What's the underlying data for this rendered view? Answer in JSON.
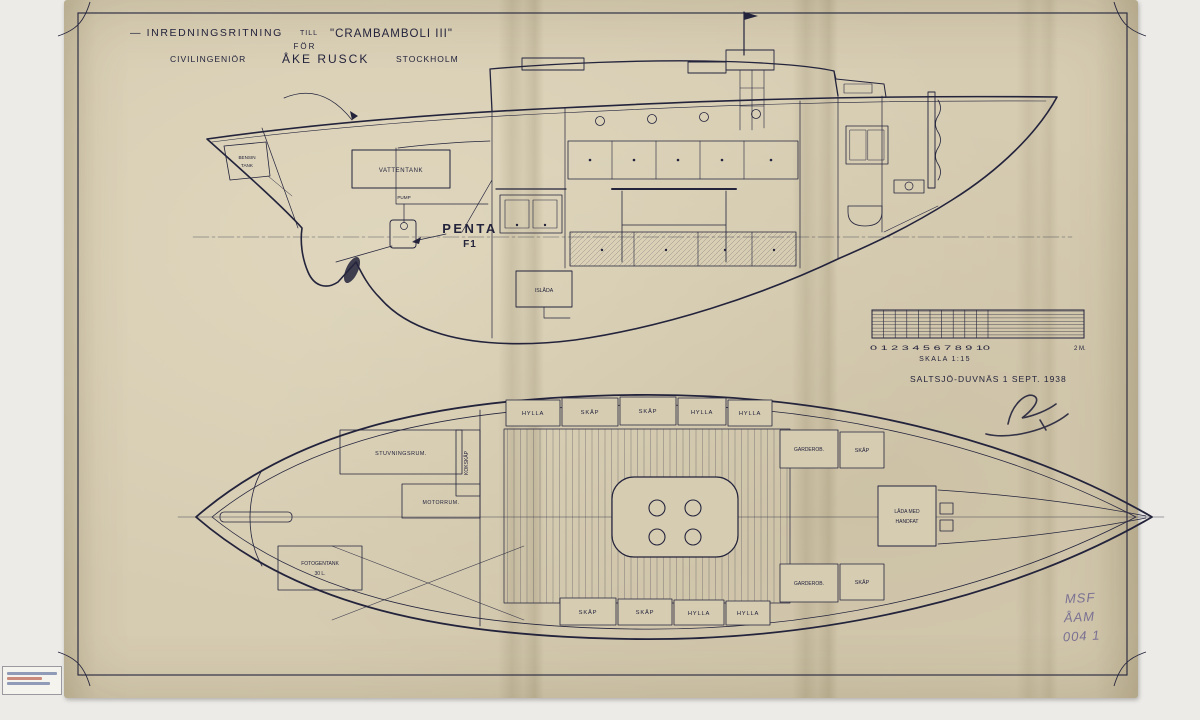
{
  "title": {
    "line1_main": "— INREDNINGSRITNING",
    "line1_till": "TILL",
    "line1_name": "\"CRAMBAMBOLI III\"",
    "line2": "FÖR",
    "line3_pre": "CIVILINGENIÖR",
    "line3_name": "ÅKE RUSCK",
    "line3_city": "STOCKHOLM"
  },
  "profile": {
    "bensin_1": "BENSIN",
    "bensin_2": "TANK",
    "vattentank": "VATTENTANK",
    "pump": "PUMP",
    "penta": "PENTA",
    "penta_model": "F1",
    "islada": "ISLÅDA"
  },
  "scale": {
    "numbers": "0 1 2 3 4 5 6 7 8 9 10",
    "label": "SKALA 1:15",
    "end": "2 M."
  },
  "annotation": {
    "place_date": "SALTSJÖ-DUVNÄS 1 SEPT. 1938"
  },
  "plan": {
    "hylla": "HYLLA",
    "skap": "SKÅP",
    "garderob": "GARDEROB.",
    "stuvningsrum": "STUVNINGSRUM.",
    "kokskap": "KOKSKÅP",
    "motorrum": "MOTORRUM.",
    "fotogentank_1": "FOTOGENTANK",
    "fotogentank_2": "30 L.",
    "lada_1": "LÅDA MED",
    "lada_2": "HANDFAT"
  },
  "pencil": {
    "line1": "MSF",
    "line2": "ÅAM",
    "line3": "004 1"
  },
  "colors": {
    "ink": "#23233c",
    "paper": "#d6ccb2"
  }
}
